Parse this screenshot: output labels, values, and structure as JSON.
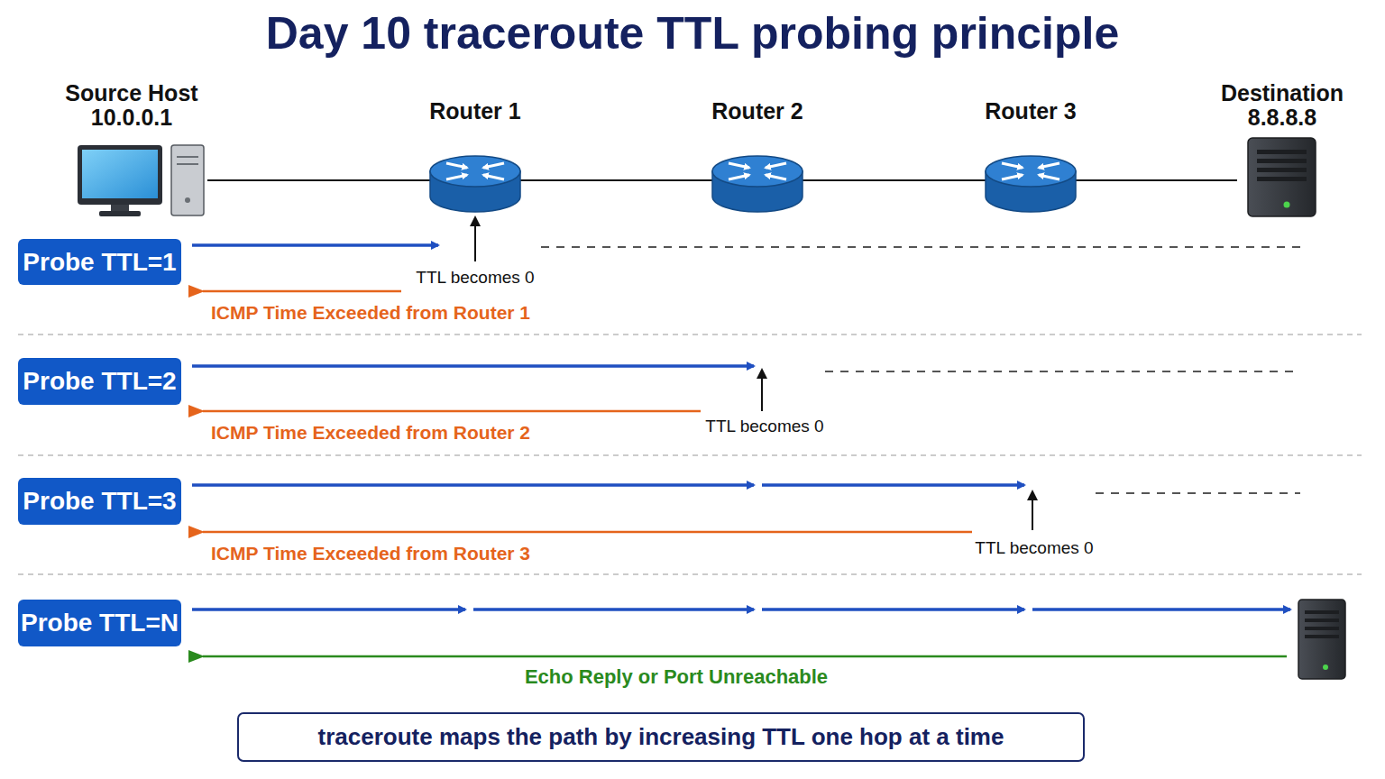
{
  "diagram": {
    "title": "Day 10 traceroute TTL probing principle",
    "caption": "traceroute maps the path by increasing TTL one hop at a time",
    "nodes": [
      {
        "text": [
          "Source Host",
          "10.0.0.1"
        ]
      },
      {
        "text": [
          "Router 1"
        ]
      },
      {
        "text": [
          "Router 2"
        ]
      },
      {
        "text": [
          "Router 3"
        ]
      },
      {
        "text": [
          "Destination",
          "8.8.8.8"
        ]
      },
      {
        "text": [
          "Probe TTL=1"
        ]
      },
      {
        "text": [
          "Probe TTL=2"
        ]
      },
      {
        "text": [
          "Probe TTL=3"
        ]
      },
      {
        "text": [
          "Probe TTL=N"
        ]
      }
    ],
    "edges": [
      {
        "from": 0,
        "to": 1,
        "arrow": "none"
      },
      {
        "from": 1,
        "to": 2,
        "arrow": "none"
      },
      {
        "from": 2,
        "to": 3,
        "arrow": "none"
      },
      {
        "from": 3,
        "to": 4,
        "arrow": "none"
      }
    ],
    "labels": [
      "TTL becomes 0",
      "ICMP Time Exceeded from Router 1",
      "TTL becomes 0",
      "ICMP Time Exceeded from Router 2",
      "TTL becomes 0",
      "ICMP Time Exceeded from Router 3",
      "Echo Reply or Port Unreachable"
    ]
  }
}
